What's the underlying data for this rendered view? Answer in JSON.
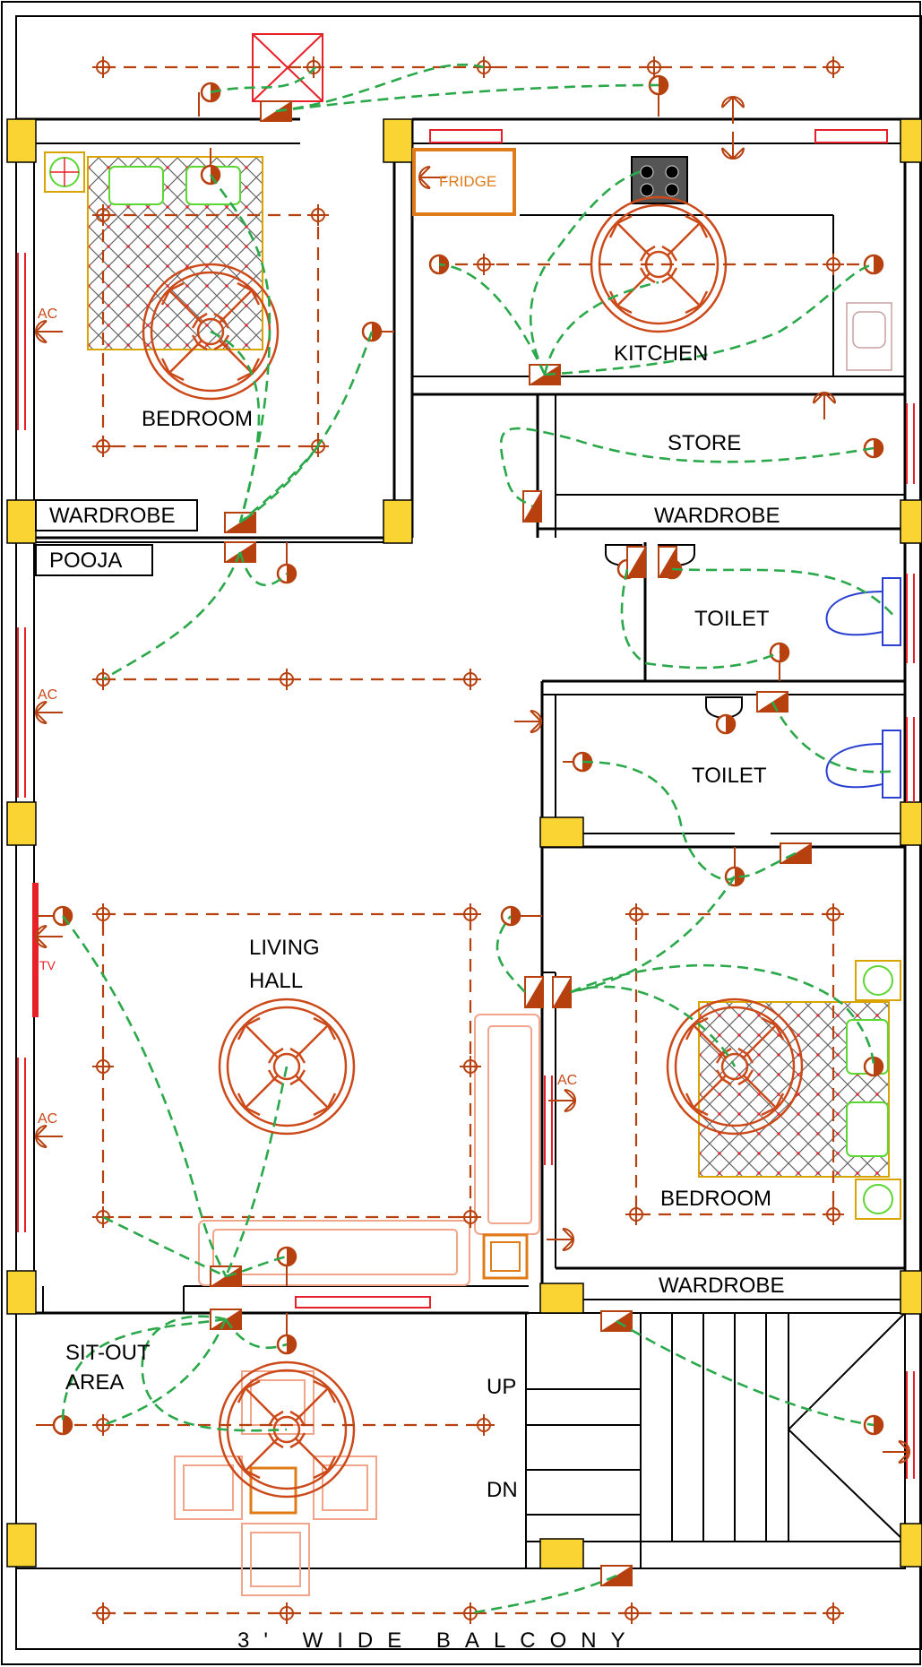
{
  "rooms": {
    "bedroom_top": "BEDROOM",
    "kitchen": "KITCHEN",
    "store": "STORE",
    "wardrobe_left": "WARDROBE",
    "wardrobe_right": "WARDROBE",
    "pooja": "POOJA",
    "toilet_1": "TOILET",
    "toilet_2": "TOILET",
    "living_1": "LIVING",
    "living_2": "HALL",
    "bedroom_bottom": "BEDROOM",
    "wardrobe_bottom": "WARDROBE",
    "sitout_1": "SIT-OUT",
    "sitout_2": "AREA",
    "stair_up": "UP",
    "stair_dn": "DN",
    "balcony": "3' WIDE BALCONY"
  },
  "symbols": {
    "ac": "AC",
    "tv": "TV",
    "fridge": "FRIDGE"
  },
  "colors": {
    "wall": "#000000",
    "pillar": "#f9d432",
    "wiring": "#2aa84a",
    "fixture": "#b7410e",
    "window": "#e8202a"
  }
}
